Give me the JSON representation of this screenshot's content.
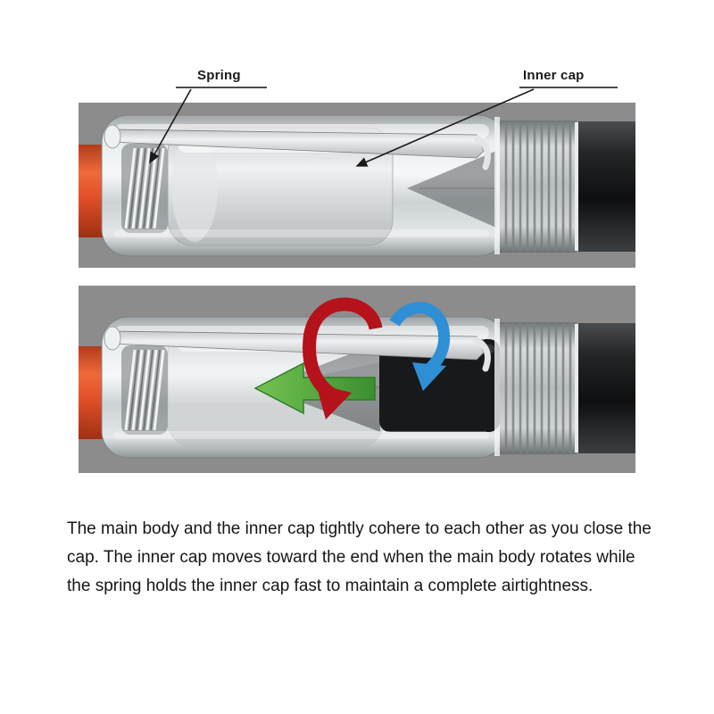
{
  "diagram": {
    "labels": {
      "spring": "Spring",
      "inner_cap": "Inner cap"
    },
    "caption": "The main body and the inner cap tightly cohere to each other as you close the cap. The inner cap moves toward the end when the main body rotates while the spring holds the inner cap fast to maintain a complete airtightness.",
    "colors": {
      "panel_bg": "#8c8c8c",
      "pen_body_orange": "#e4512a",
      "inner_cap_gray": "#d9dcdd",
      "section_black": "#17191a",
      "arrow_red": "#b5121b",
      "arrow_blue": "#2e8fd5",
      "arrow_green": "#4ca636",
      "leader_line": "#1a1a1a"
    }
  }
}
